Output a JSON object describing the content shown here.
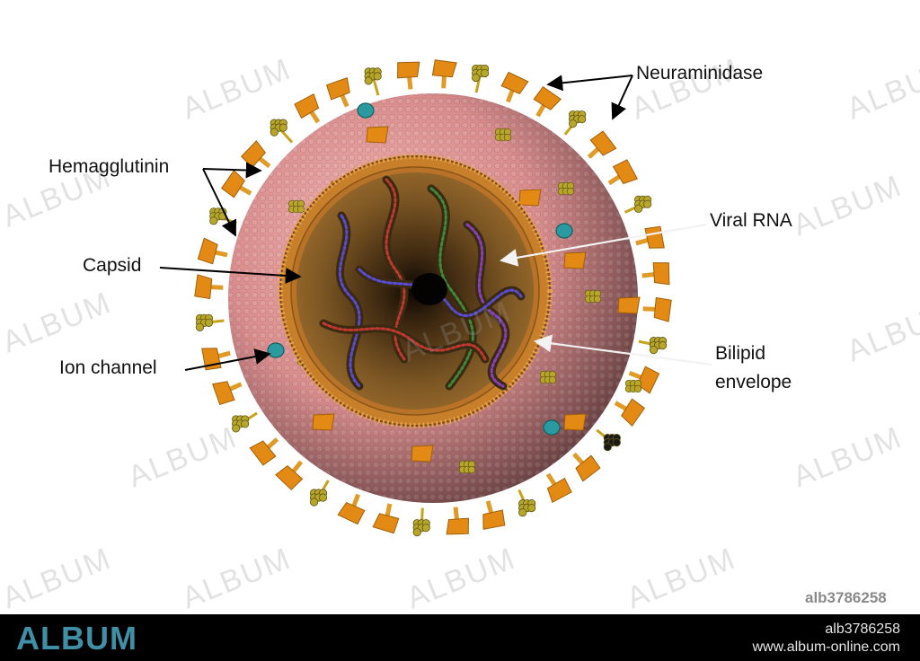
{
  "labels": {
    "neuraminidase": "Neuraminidase",
    "hemagglutinin": "Hemagglutinin",
    "capsid": "Capsid",
    "ion_channel": "Ion channel",
    "viral_rna": "Viral RNA",
    "bilipid_line1": "Bilipid",
    "bilipid_line2": "envelope"
  },
  "watermark": {
    "text": "ALBUM"
  },
  "image_code": "alb3786258",
  "footer": {
    "logo": "ALBUM",
    "id": "alb3786258",
    "url": "www.album-online.com"
  },
  "colors": {
    "envelope_pink": "#d88a8c",
    "capsid_ring": "#c77f2a",
    "core_brown": "#6b4a1f",
    "hemagglutinin": "#e38a14",
    "neuraminidase": "#b7a62a",
    "ion_channel": "#2a9aa0",
    "footer_logo": "#3f8fa6"
  }
}
